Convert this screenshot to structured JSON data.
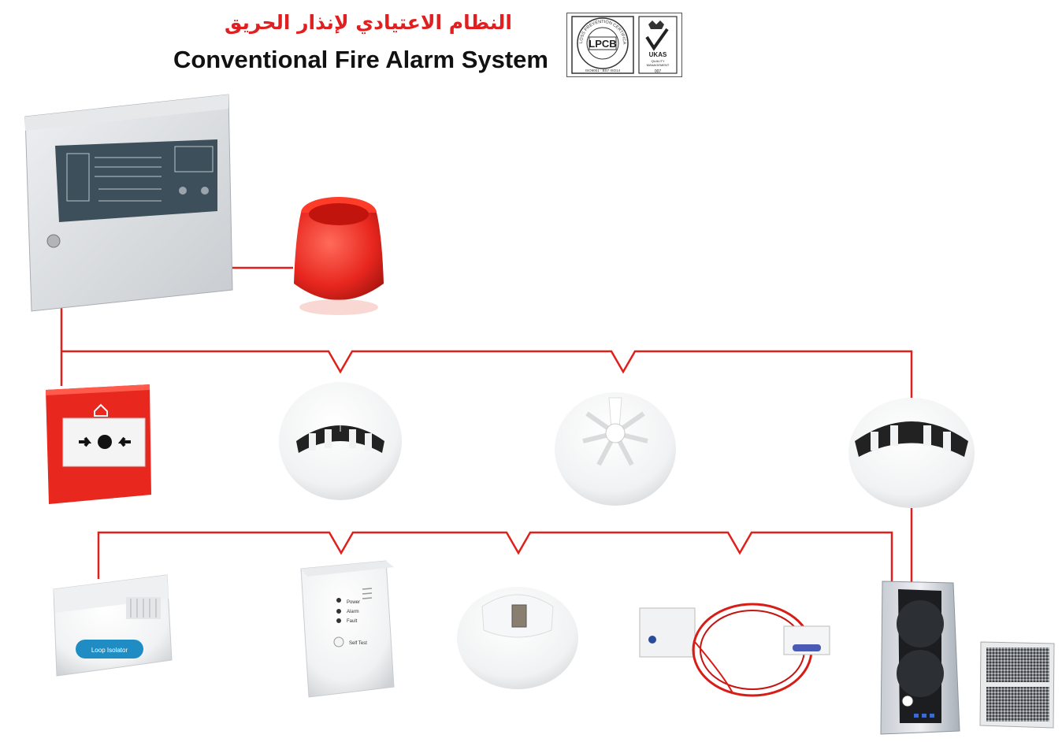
{
  "title": {
    "arabic": "النظام الاعتيادي لإنذار الحريق",
    "english": "Conventional Fire Alarm System"
  },
  "certification": {
    "lpcb_label": "LPCB",
    "ring_text": "LOSS PREVENTION CERTIFICATION BOARD",
    "iso_text": "ISO9001 · BS7 ISO14",
    "ukas_label": "UKAS",
    "ukas_sub1": "QUALITY",
    "ukas_sub2": "MANAGEMENT",
    "ukas_num": "007"
  },
  "devices": {
    "panel": {
      "icon": "fire-alarm-control-panel"
    },
    "sounder": {
      "icon": "fire-alarm-sounder-strobe"
    },
    "call_point": {
      "icon": "manual-call-point"
    },
    "smoke_detector_1": {
      "icon": "smoke-detector"
    },
    "heat_detector": {
      "icon": "heat-detector"
    },
    "smoke_detector_2": {
      "icon": "smoke-detector"
    },
    "isolator": {
      "icon": "loop-isolator",
      "label": "Loop Isolator"
    },
    "gas_detector": {
      "icon": "gas-detector",
      "power": "Power",
      "alarm": "Alarm",
      "fault": "Fault",
      "self_test": "Self Test"
    },
    "flame_detector": {
      "icon": "flame-detector"
    },
    "linear_heat": {
      "icon": "linear-heat-detection-cable"
    },
    "beam_detector": {
      "icon": "beam-detector"
    },
    "reflector": {
      "icon": "beam-reflector"
    }
  },
  "colors": {
    "wire": "#e0211b",
    "red_device": "#e8271f",
    "panel": "#d9dcdf",
    "panel_window": "#3d4f5a",
    "title_ar": "#e02020"
  }
}
